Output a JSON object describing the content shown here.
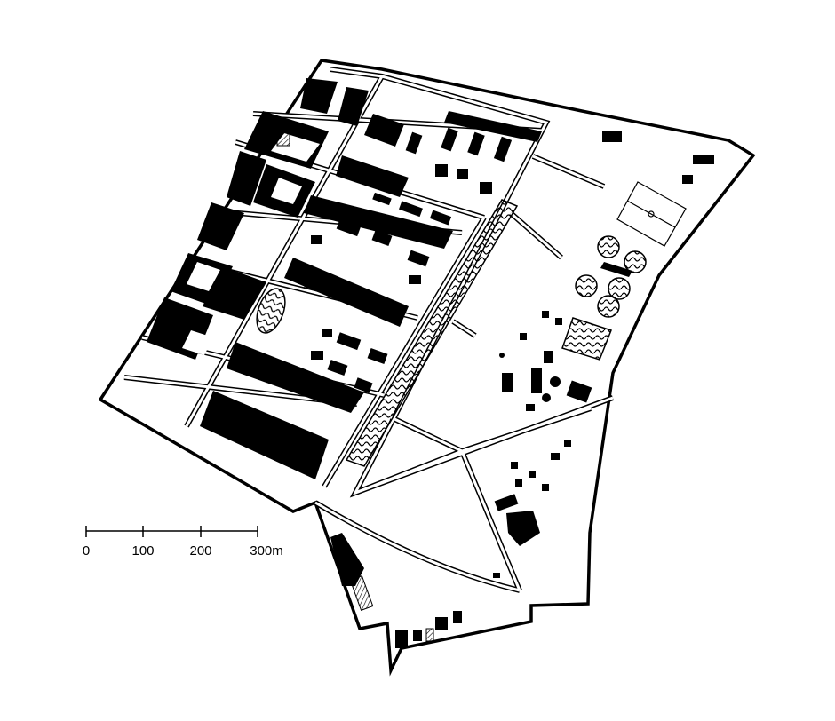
{
  "map": {
    "scale_bar": {
      "labels": [
        "0",
        "100",
        "200",
        "300m"
      ],
      "unit": "m"
    },
    "colors": {
      "ink": "#000000",
      "paper": "#ffffff"
    }
  }
}
